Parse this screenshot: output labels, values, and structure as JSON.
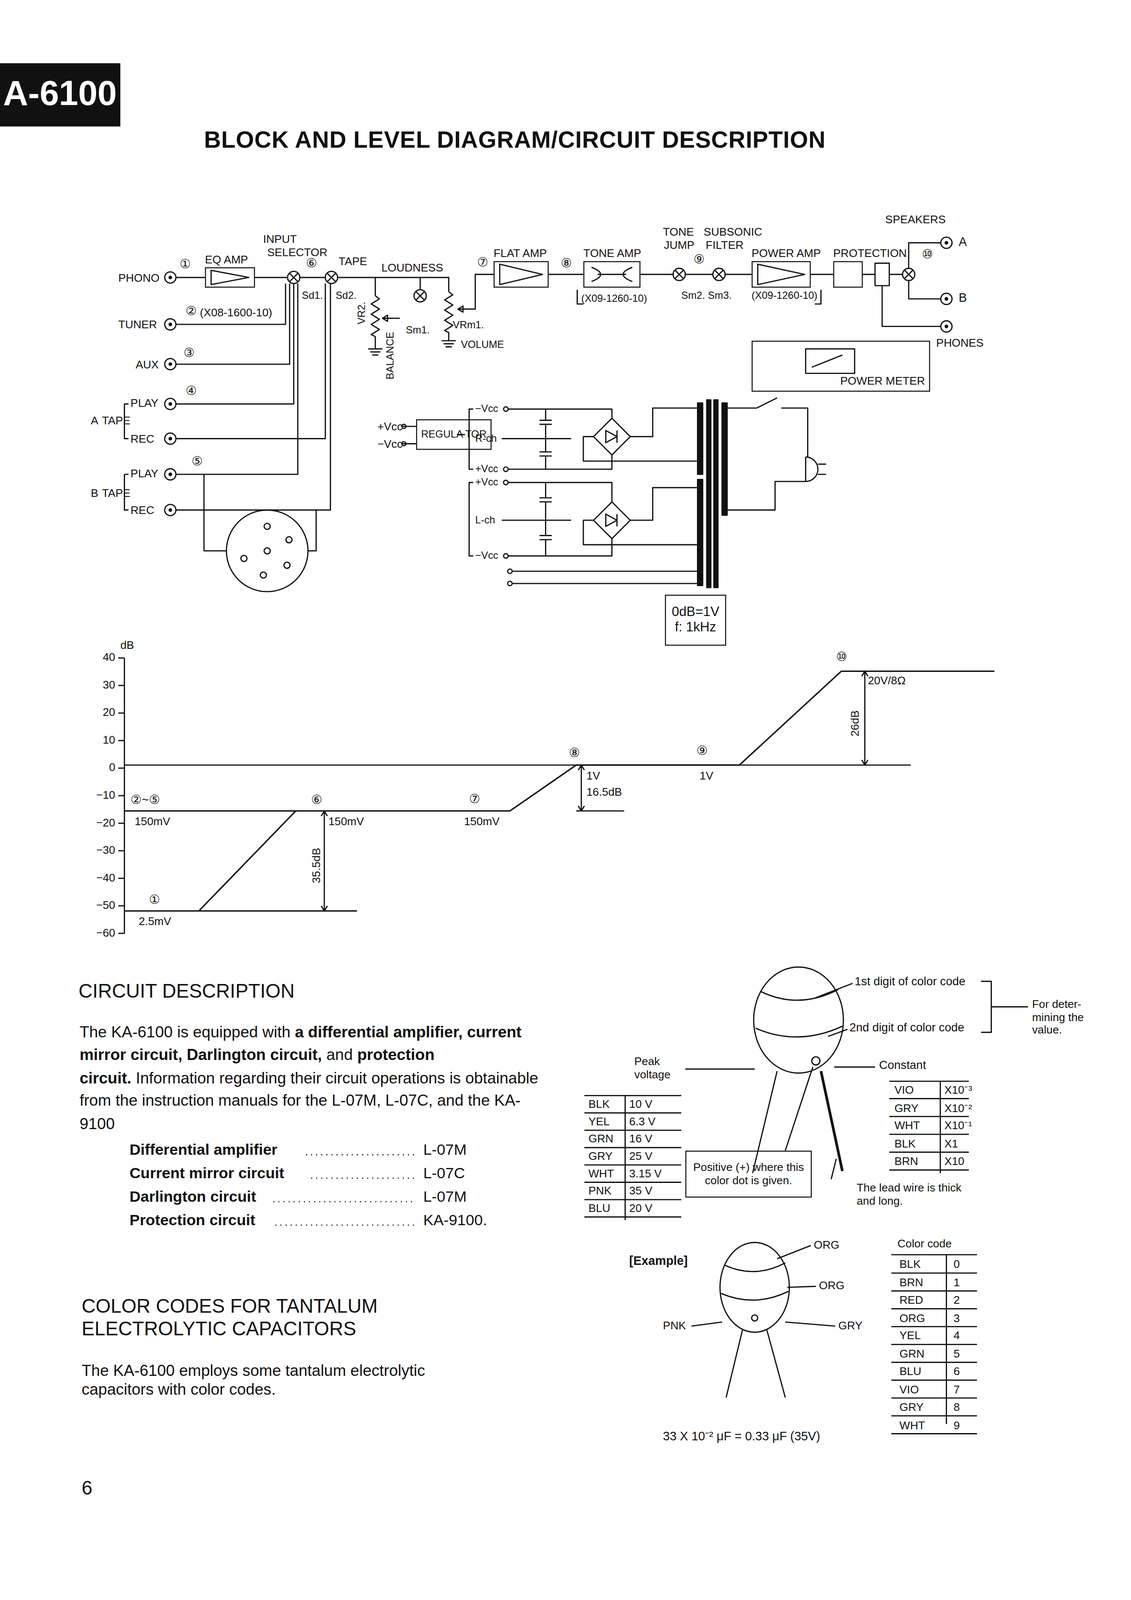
{
  "diagram": {
    "title": "BLOCK AND LEVEL DIAGRAM/CIRCUIT DESCRIPTION",
    "nodes": [
      {
        "text": [
          "EQ AMP"
        ]
      },
      {
        "text": [
          "FLAT AMP"
        ]
      },
      {
        "text": [
          "TONE AMP"
        ]
      },
      {
        "text": [
          "POWER AMP"
        ]
      },
      {
        "text": [
          "PROTECTION"
        ]
      },
      {
        "text": [
          "POWER METER"
        ]
      },
      {
        "text": [
          "REGULA TOR"
        ]
      },
      {
        "text": [
          "0dB=1V",
          "f: 1kHz"
        ]
      },
      {
        "text": [
          "Positive (+) where this color dot is given."
        ]
      }
    ],
    "edges": [
      {
        "from": 1,
        "to": 2,
        "arrow": "none"
      },
      {
        "from": 2,
        "to": 3,
        "arrow": "none"
      },
      {
        "from": 3,
        "to": 4,
        "arrow": "none"
      }
    ],
    "labels": [
      "A-6100",
      "INPUT",
      "SELECTOR",
      "TAPE",
      "LOUDNESS",
      "TONE",
      "SUBSONIC",
      "JUMP",
      "FILTER",
      "SPEAKERS",
      "PHONO",
      "①",
      "TUNER",
      "②",
      "(X08-1600-10)",
      "AUX",
      "③",
      "PLAY",
      "A",
      "TAPE",
      "REC",
      "④",
      "PLAY",
      "B",
      "TAPE",
      "REC",
      "⑤",
      "⑥",
      "Sd1.",
      "Sd2.",
      "VR2.",
      "BALANCE",
      "Sm1.",
      "VRm1.",
      "VOLUME",
      "⑦",
      "⑧",
      "(X09-1260-10)",
      "⑨",
      "Sm2. Sm3.",
      "(X09-1260-10)",
      "⑩",
      "A",
      "B",
      "PHONES",
      "+Vcc",
      "−Vcc",
      "−Vcc",
      "R-ch",
      "+Vcc",
      "+Vcc",
      "L-ch",
      "−Vcc",
      "dB",
      "40",
      "30",
      "20",
      "10",
      "0",
      "−10",
      "−20",
      "−30",
      "−40",
      "−50",
      "−60",
      "②~⑤",
      "150mV",
      "⑥",
      "150mV",
      "⑦",
      "150mV",
      "①",
      "2.5mV",
      "35.5dB",
      "⑧",
      "1V",
      "16.5dB",
      "⑨",
      "1V",
      "⑩",
      "20V/8Ω",
      "26dB",
      "CIRCUIT DESCRIPTION",
      "The KA-6100 is equipped with",
      "a differential amplifier, current mirror circuit, Darlington circuit,",
      "and",
      "protection circuit.",
      "Information regarding their circuit operations is obtainable from the instruction manuals for the L-07M, L-07C, and the KA-9100",
      "Differential amplifier",
      "L-07M",
      "Current mirror circuit",
      "L-07C",
      "Darlington circuit",
      "L-07M",
      "Protection circuit",
      "KA-9100.",
      "COLOR CODES FOR TANTALUM ELECTROLYTIC CAPACITORS",
      "The KA-6100 employs some tantalum electrolytic capacitors with color codes.",
      "6",
      "1st digit of color code",
      "2nd digit of color code",
      "For deter- mining the value.",
      "Peak voltage",
      "Constant",
      "The lead wire is thick and long.",
      "BLK",
      "10 V",
      "YEL",
      "6.3 V",
      "GRN",
      "16 V",
      "GRY",
      "25 V",
      "WHT",
      "3.15 V",
      "PNK",
      "35 V",
      "BLU",
      "20 V",
      "VIO",
      "X10⁻³",
      "GRY",
      "X10⁻²",
      "WHT",
      "X10⁻¹",
      "BLK",
      "X1",
      "BRN",
      "X10",
      "[Example]",
      "ORG",
      "ORG",
      "PNK",
      "GRY",
      "Color code",
      "BLK",
      "0",
      "BRN",
      "1",
      "RED",
      "2",
      "ORG",
      "3",
      "YEL",
      "4",
      "GRN",
      "5",
      "BLU",
      "6",
      "VIO",
      "7",
      "GRY",
      "8",
      "WHT",
      "9",
      "33 X 10⁻² μF = 0.33 μF (35V)"
    ]
  }
}
